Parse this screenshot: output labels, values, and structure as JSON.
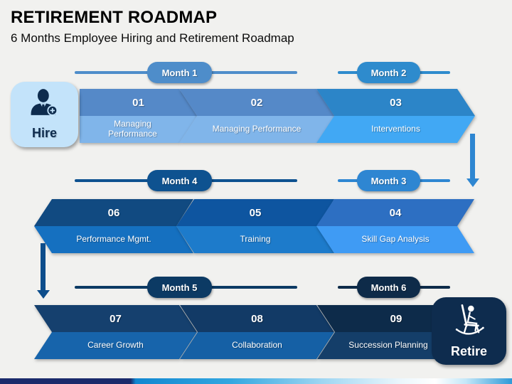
{
  "slide": {
    "title": "RETIREMENT ROADMAP",
    "subtitle": "6 Months Employee Hiring and Retirement Roadmap",
    "background": "#f1f1ef"
  },
  "hire": {
    "label": "Hire",
    "icon": "person-add-icon",
    "box_color": "#c3e3fa",
    "text_color": "#0e2c4e"
  },
  "retire": {
    "label": "Retire",
    "icon": "rocking-chair-icon",
    "box_color": "#0e2c4e",
    "text_color": "#ffffff"
  },
  "rows": [
    {
      "direction": "right",
      "months": [
        {
          "label": "Month 1",
          "color": "#4e8dca"
        },
        {
          "label": "Month 2",
          "color": "#2e8bcd"
        }
      ],
      "segments": [
        {
          "number": "01",
          "label": "Managing Performance",
          "top_color": "#5589c8",
          "bottom_color": "#80b5ea"
        },
        {
          "number": "02",
          "label": "Managing Performance",
          "top_color": "#5589c8",
          "bottom_color": "#80b5ea"
        },
        {
          "number": "03",
          "label": "Interventions",
          "top_color": "#2c85c8",
          "bottom_color": "#41a8f4"
        }
      ]
    },
    {
      "direction": "left",
      "months": [
        {
          "label": "Month 4",
          "color": "#0e5290"
        },
        {
          "label": "Month 3",
          "color": "#2e86d2"
        }
      ],
      "segments": [
        {
          "number": "06",
          "label": "Performance Mgmt.",
          "top_color": "#114a81",
          "bottom_color": "#1570c0"
        },
        {
          "number": "05",
          "label": "Training",
          "top_color": "#0e55a0",
          "bottom_color": "#1d7bcb"
        },
        {
          "number": "04",
          "label": "Skill Gap Analysis",
          "top_color": "#2d6fc2",
          "bottom_color": "#3f9bf4"
        }
      ]
    },
    {
      "direction": "right",
      "months": [
        {
          "label": "Month 5",
          "color": "#0c3a64"
        },
        {
          "label": "Month 6",
          "color": "#0e2b49"
        }
      ],
      "segments": [
        {
          "number": "07",
          "label": "Career Growth",
          "top_color": "#15406e",
          "bottom_color": "#1764ab"
        },
        {
          "number": "08",
          "label": "Collaboration",
          "top_color": "#123a66",
          "bottom_color": "#1560a5"
        },
        {
          "number": "09",
          "label": "Succession Planning",
          "top_color": "#0d2b4a",
          "bottom_color": "#143e69"
        }
      ]
    }
  ],
  "connectors": [
    {
      "side": "right",
      "color": "#2e86d1"
    },
    {
      "side": "left",
      "color": "#0d4d8b"
    }
  ],
  "footer_bar": {
    "colors": [
      "#1b2a6b",
      "#1287d0",
      "#33a7e0",
      "#9fd6f2",
      "#ffffff",
      "#2f9ad8"
    ],
    "css": "linear-gradient(90deg,#1b2a6b 0%,#1b2a6b 25.5%,#1287d0 26.5%,#33a7e0 45%,#9fd6f2 63%,#eaf6fc 78%,#ffffff 85%,#c4e7f8 91%,#2f9ad8 100%)"
  }
}
